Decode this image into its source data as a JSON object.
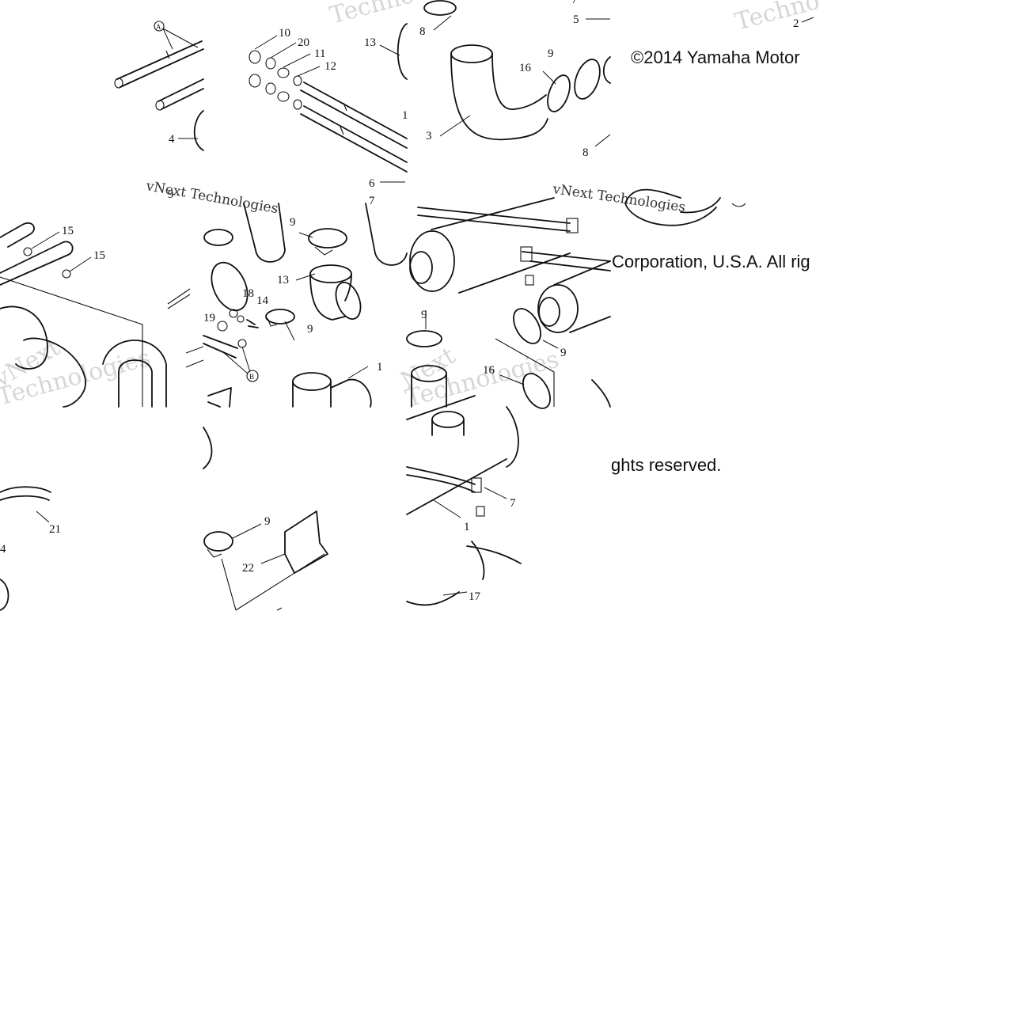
{
  "diagram": {
    "copyright_lines": [
      "©2014 Yamaha Motor",
      "Corporation, U.S.A. All rig",
      "ghts reserved."
    ],
    "watermarks": [
      "Techno",
      "Techno",
      "vNext Technologies",
      "vNext Technologies",
      "vNext",
      "Technologies",
      "Technologies",
      "Next"
    ],
    "callouts": [
      "1",
      "1",
      "1",
      "2",
      "3",
      "4",
      "4",
      "5",
      "6",
      "7",
      "7",
      "7",
      "8",
      "8",
      "9",
      "9",
      "9",
      "9",
      "9",
      "9",
      "9",
      "10",
      "11",
      "12",
      "13",
      "13",
      "14",
      "15",
      "15",
      "16",
      "16",
      "17",
      "18",
      "19",
      "20",
      "21",
      "22"
    ],
    "reference_markers": [
      "A",
      "B"
    ]
  }
}
